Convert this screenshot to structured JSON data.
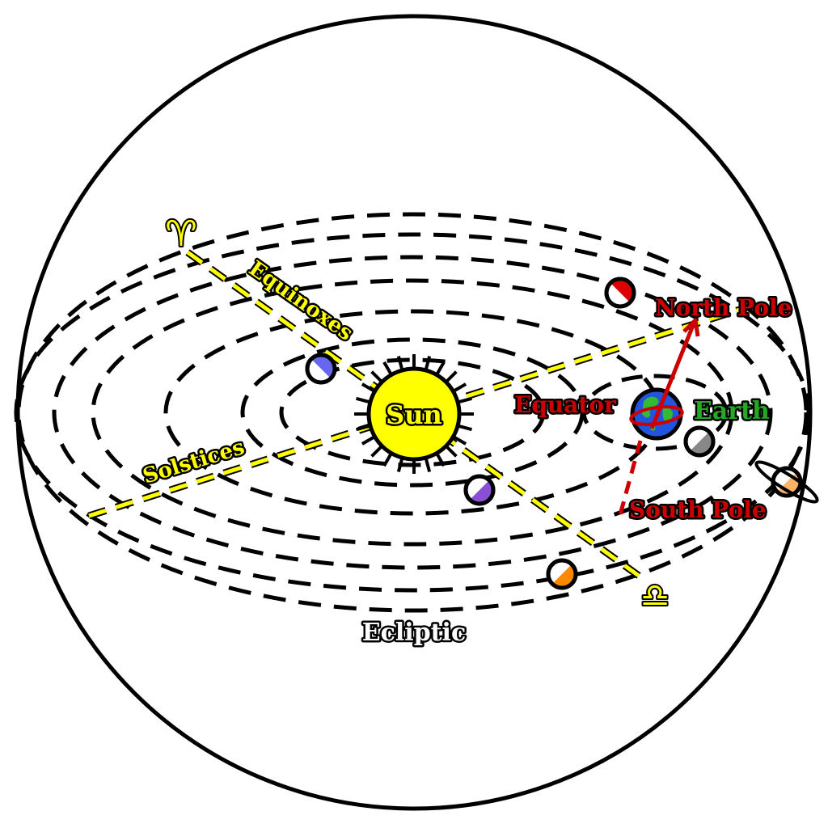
{
  "labels": {
    "sun": "Sun",
    "earth": "Earth",
    "equator": "Equator",
    "north_pole": "North Pole",
    "south_pole": "South Pole",
    "equinoxes": "Equinoxes",
    "solstices": "Solstices",
    "ecliptic": "Ecliptic"
  },
  "symbols": {
    "aries": "♈",
    "libra": "♎"
  },
  "colors": {
    "sun": "#ffff00",
    "axis_line": "#ffff00",
    "pole_axis": "#cc0000",
    "pole_label": "#cc0000",
    "earth_label": "#22aa22",
    "earth_ocean": "#2255dd",
    "earth_land": "#33bb33",
    "mercury": "#8a4fd6",
    "venus": "#6666ee",
    "moon": "#888888",
    "mars": "#dd0000",
    "jupiter": "#ff8800",
    "saturn": "#ffb366"
  }
}
